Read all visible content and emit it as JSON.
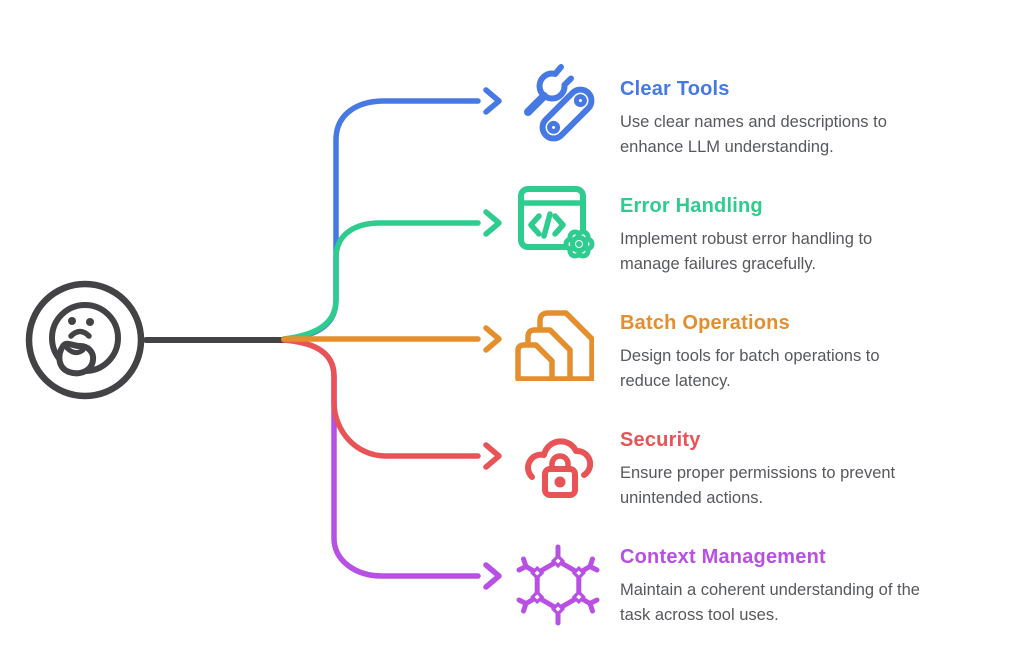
{
  "figure": {
    "background": "#ffffff",
    "connector_color": "#434345",
    "description_text_color": "#56585b"
  },
  "thinker": {
    "icon": "thinking-face-icon"
  },
  "items": [
    {
      "id": "clear-tools",
      "label": "Clear Tools",
      "color": "#4679e4",
      "icon": "wrench-tools-icon",
      "description_lines": [
        "Use clear names and descriptions to",
        "enhance LLM understanding."
      ]
    },
    {
      "id": "error-handling",
      "label": "Error Handling",
      "color": "#2ecc8f",
      "icon": "code-window-gear-icon",
      "description_lines": [
        "Implement robust error handling to",
        "manage failures gracefully."
      ]
    },
    {
      "id": "batch-operations",
      "label": "Batch Operations",
      "color": "#e58e2d",
      "icon": "stacked-files-icon",
      "description_lines": [
        "Design tools for batch operations to",
        "reduce latency."
      ]
    },
    {
      "id": "security",
      "label": "Security",
      "color": "#e85356",
      "icon": "cloud-lock-icon",
      "description_lines": [
        "Ensure proper permissions to prevent",
        "unintended actions."
      ]
    },
    {
      "id": "context-management",
      "label": "Context Management",
      "color": "#b750e3",
      "icon": "molecule-network-icon",
      "description_lines": [
        "Maintain a coherent understanding of the",
        "task across tool uses."
      ]
    }
  ]
}
